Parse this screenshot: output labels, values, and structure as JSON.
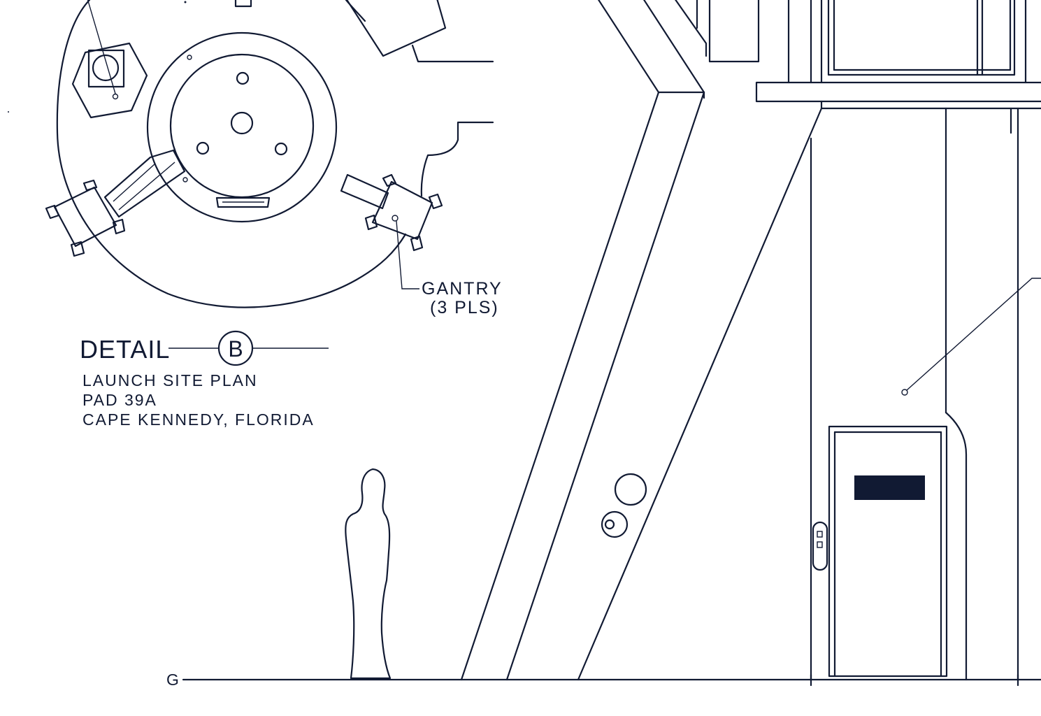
{
  "detail": {
    "word": "DETAIL",
    "letter": "B",
    "lines": [
      "LAUNCH SITE PLAN",
      "PAD 39A",
      "CAPE KENNEDY, FLORIDA"
    ]
  },
  "callouts": {
    "gantry_line1": "GANTRY",
    "gantry_line2": "(3 PLS)"
  },
  "ground_marker": "G",
  "colors": {
    "ink": "#111a33",
    "paper": "#ffffff"
  }
}
